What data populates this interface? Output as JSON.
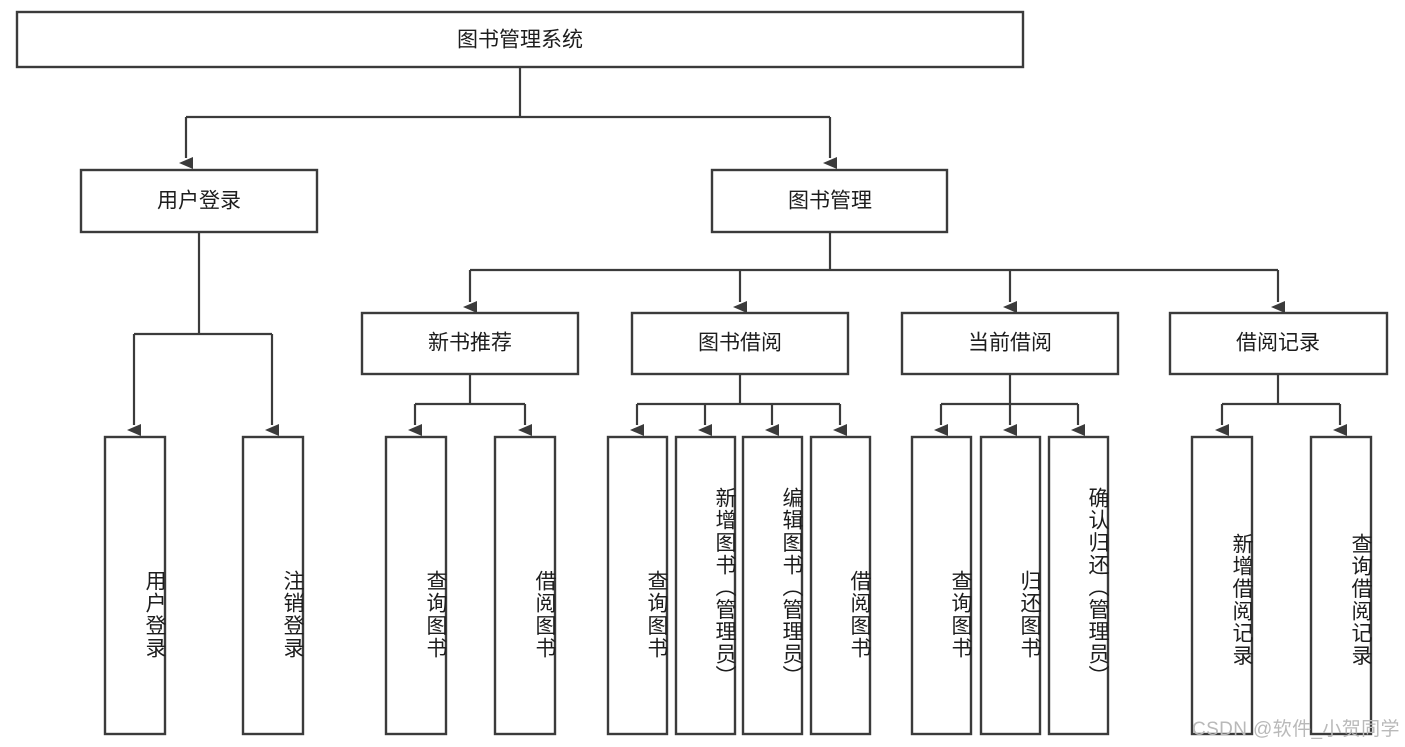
{
  "diagram": {
    "type": "tree-hierarchy",
    "title": "图书管理系统",
    "orientation": "top-down",
    "root": {
      "label": "图书管理系统"
    },
    "level2": [
      {
        "label": "用户登录"
      },
      {
        "label": "图书管理"
      }
    ],
    "level3": [
      {
        "label": "新书推荐"
      },
      {
        "label": "图书借阅"
      },
      {
        "label": "当前借阅"
      },
      {
        "label": "借阅记录"
      }
    ],
    "leaves": {
      "user_login": [
        {
          "label": "用户登录"
        },
        {
          "label": "注销登录"
        }
      ],
      "new_book_recommend": [
        {
          "label": "查询图书"
        },
        {
          "label": "借阅图书"
        }
      ],
      "book_borrow": [
        {
          "label": "查询图书"
        },
        {
          "label": "新增图书（管理员）"
        },
        {
          "label": "编辑图书（管理员）"
        },
        {
          "label": "借阅图书"
        }
      ],
      "current_borrow": [
        {
          "label": "查询图书"
        },
        {
          "label": "归还图书"
        },
        {
          "label": "确认归还（管理员）"
        }
      ],
      "borrow_record": [
        {
          "label": "新增借阅记录"
        },
        {
          "label": "查询借阅记录"
        }
      ]
    },
    "watermark": "CSDN @软件_小贺同学",
    "colors": {
      "box_stroke": "#3b3b3b",
      "box_fill": "#ffffff",
      "text": "#1d1d1d",
      "watermark": "#b9b9b9",
      "background": "#ffffff"
    }
  }
}
